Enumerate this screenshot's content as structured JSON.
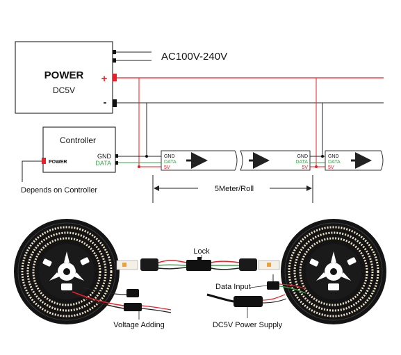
{
  "power": {
    "title": "POWER",
    "voltage": "DC5V",
    "plus": "+",
    "minus": "-",
    "ac_input": "AC100V-240V"
  },
  "controller": {
    "title": "Controller",
    "gnd": "GND",
    "data": "DATA",
    "power_label": "POWER",
    "note": "Depends on Controller"
  },
  "strip": {
    "pins": [
      "GND",
      "DATA",
      "5V"
    ]
  },
  "dimension": {
    "label": "5Meter/Roll"
  },
  "photo_labels": {
    "lock": "Lock",
    "data_input": "Data Input",
    "voltage_adding": "Voltage Adding",
    "dc5v_supply": "DC5V Power Supply"
  },
  "colors": {
    "line": "#222222",
    "box_border": "#333333",
    "red_wire": "#e8202a",
    "green_text": "#3aa64a",
    "red_text": "#d8202a",
    "reel_dark": "#141414"
  }
}
